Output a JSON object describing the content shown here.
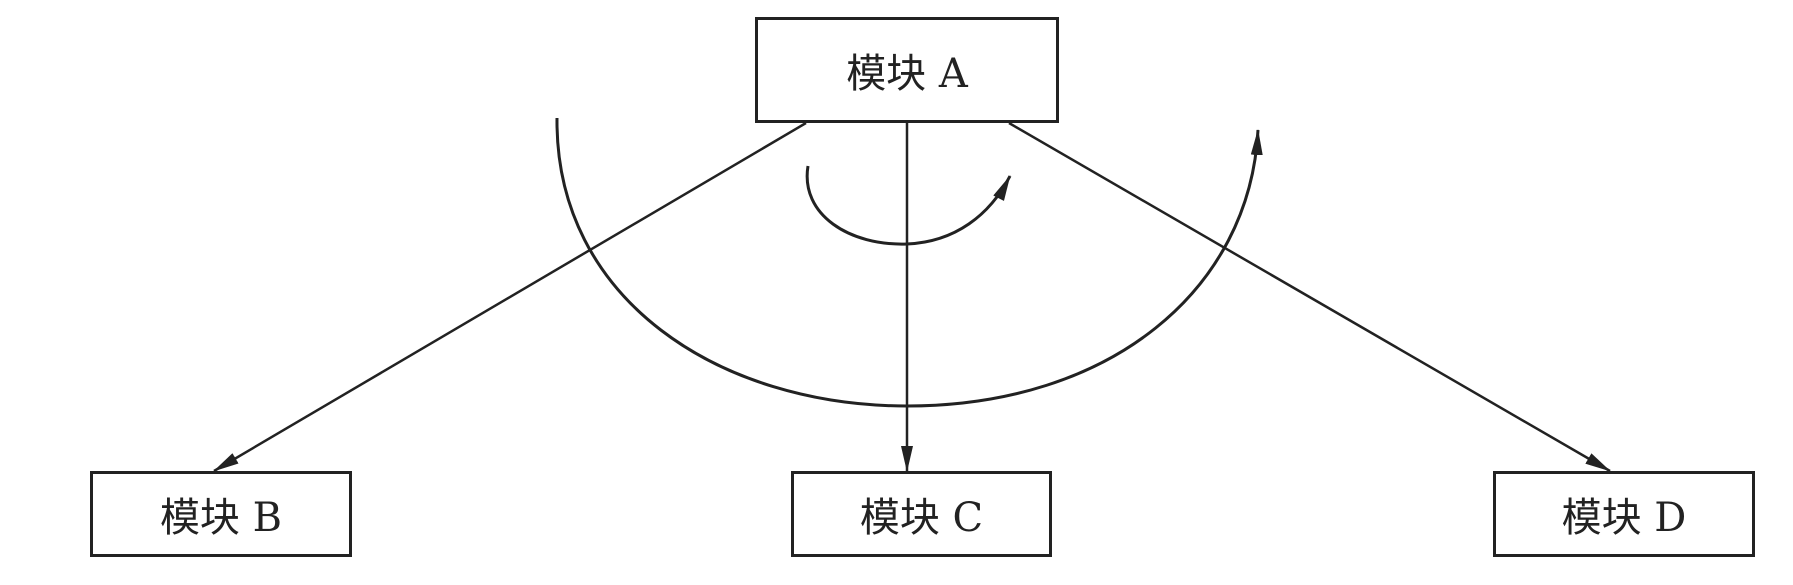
{
  "modules": {
    "a": {
      "label": "模块 A"
    },
    "b": {
      "label": "模块 B"
    },
    "c": {
      "label": "模块 C"
    },
    "d": {
      "label": "模块 D"
    }
  },
  "colors": {
    "stroke": "#222222",
    "background": "#ffffff"
  }
}
